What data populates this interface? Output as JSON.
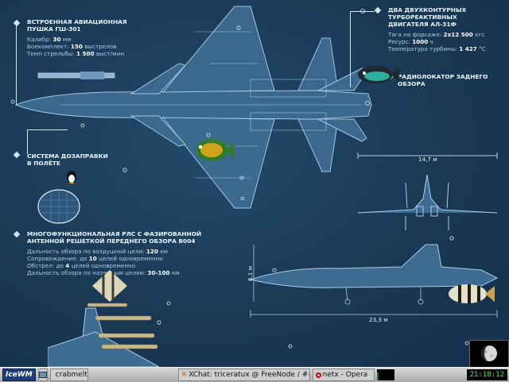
{
  "annotations": {
    "cannon": {
      "title_1": "ВСТРОЕННАЯ АВИАЦИОННАЯ",
      "title_2": "ПУШКА ГШ-301",
      "r1_label": "Калибр:",
      "r1_value": "30",
      "r1_unit": "мм",
      "r2_label": "Боекомплект:",
      "r2_value": "150",
      "r2_unit": "выстрелов",
      "r3_label": "Темп стрельбы:",
      "r3_value": "1 500",
      "r3_unit": "выст/мин"
    },
    "engines": {
      "title_1": "ДВА ДВУХКОНТУРНЫХ",
      "title_2": "ТУРБОРЕАКТИВНЫХ",
      "title_3": "ДВИГАТЕЛЯ АЛ-31Ф",
      "r1_label": "Тяга на форсаже:",
      "r1_value": "2х12 500",
      "r1_unit": "кгс",
      "r2_label": "Ресурс:",
      "r2_value": "1000",
      "r2_unit": "ч",
      "r3_label": "Температура турбины:",
      "r3_value": "1 427",
      "r3_unit": "°С"
    },
    "radar_rear": {
      "title_1": "РАДИОЛОКАТОР ЗАДНЕГО",
      "title_2": "ОБЗОРА"
    },
    "refuel": {
      "title_1": "СИСТЕМА ДОЗАПРАВКИ",
      "title_2": "В ПОЛЁТЕ"
    },
    "radar_front": {
      "title_1": "МНОГОФУНКЦИОНАЛЬНАЯ РЛС С ФАЗИРОВАННОЙ",
      "title_2": "АНТЕННОЙ РЕШЕТКОЙ ПЕРЕДНЕГО ОБЗОРА В004",
      "r1_label": "Дальность обзора по воздушной цели:",
      "r1_value": "120",
      "r1_unit": "км",
      "r2_label": "Сопровождение: до",
      "r2_value": "10",
      "r2_unit": "целей одновременно",
      "r3_label": "Обстрел: до",
      "r3_value": "4",
      "r3_unit": "целей одновременно",
      "r4_label": "Дальность обзора",
      "r4_value": "30-100",
      "r4_unit": "км",
      "r4_mid": "по наземным целям:"
    }
  },
  "dimensions": {
    "span": "14,7 м",
    "height": "6,1 м",
    "length": "23,3 м"
  },
  "taskbar": {
    "start_label": "IceWM",
    "tasks": [
      {
        "label": "crabmelt"
      },
      {
        "label": "XChat: triceratux @ FreeNode / ##linux..."
      },
      {
        "label": "netx - Opera"
      }
    ],
    "clock": "21:18:12"
  },
  "colors": {
    "desktop": "#1b3a55",
    "blueprint": "#9fc3e0",
    "accent": "#35ff35"
  }
}
